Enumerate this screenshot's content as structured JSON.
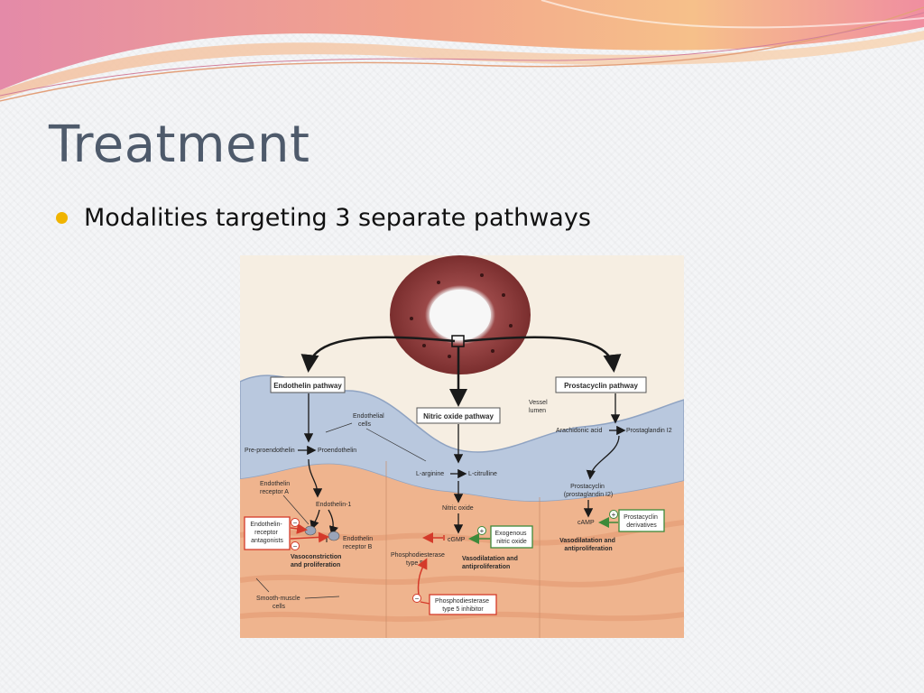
{
  "slide": {
    "title": "Treatment",
    "bullet": "Modalities targeting 3 separate pathways"
  },
  "diagram": {
    "pathways": {
      "endothelin": "Endothelin pathway",
      "nitric_oxide": "Nitric oxide pathway",
      "prostacyclin": "Prostacyclin pathway"
    },
    "labels": {
      "vessel_lumen": [
        "Vessel",
        "lumen"
      ],
      "endothelial_cells": [
        "Endothelial",
        "cells"
      ],
      "pre_proendothelin": "Pre-proendothelin",
      "proendothelin": "Proendothelin",
      "l_arginine": "L-arginine",
      "l_citrulline": "L-citrulline",
      "arachidonic_acid": "Arachidonic acid",
      "prostaglandin_i2": "Prostaglandin I2",
      "endothelin_receptor_a": [
        "Endothelin",
        "receptor A"
      ],
      "endothelin_1": "Endothelin-1",
      "nitric_oxide": "Nitric oxide",
      "prostacyclin": [
        "Prostacyclin",
        "(prostaglandin I2)"
      ],
      "endothelin_receptor_b": [
        "Endothelin",
        "receptor B"
      ],
      "vasoconstriction": [
        "Vasoconstriction",
        "and proliferation"
      ],
      "cgmp": "cGMP",
      "camp": "cAMP",
      "phosphodiesterase": [
        "Phosphodiesterase",
        "type 5"
      ],
      "vasodilatation_no": [
        "Vasodilatation and",
        "antiproliferation"
      ],
      "vasodilatation_pc": [
        "Vasodilatation and",
        "antiproliferation"
      ],
      "smooth_muscle": [
        "Smooth-muscle",
        "cells"
      ]
    },
    "drug_boxes": {
      "era": [
        "Endothelin-",
        "receptor",
        "antagonists"
      ],
      "exogenous_no": [
        "Exogenous",
        "nitric oxide"
      ],
      "prostacyclin_derivatives": [
        "Prostacyclin",
        "derivatives"
      ],
      "pde5_inhibitor": [
        "Phosphodiesterase",
        "type 5 inhibitor"
      ]
    },
    "signs": {
      "plus": "+",
      "minus": "−"
    },
    "colors": {
      "inhibit": "#d43a2a",
      "stimulate": "#3d8a3a",
      "endothelium": "#b9c8de",
      "muscle": "#efb48e",
      "vessel_wall": "#8a3a3a"
    }
  }
}
